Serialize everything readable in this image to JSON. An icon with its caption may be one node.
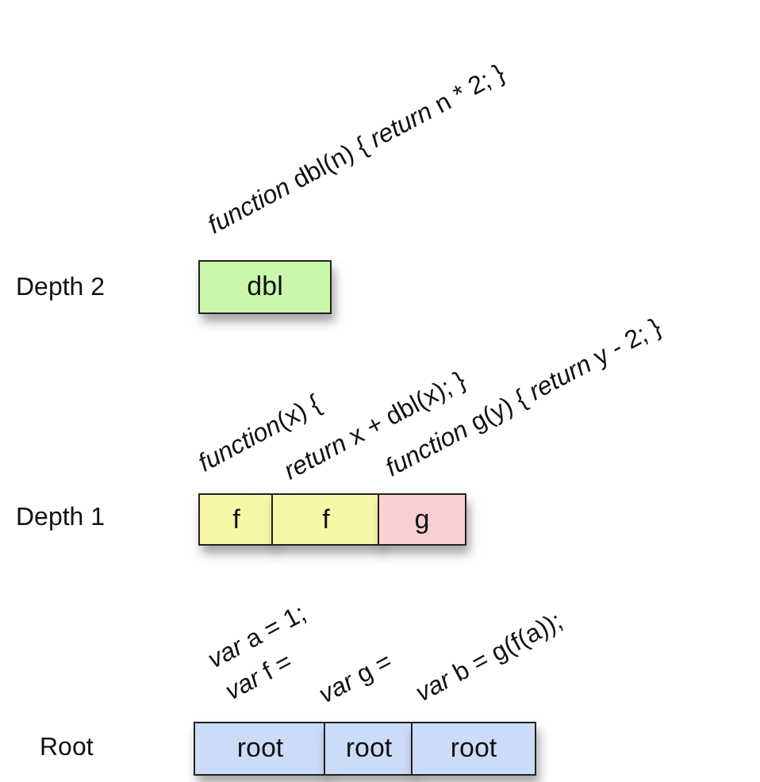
{
  "diagram": {
    "nodes": [
      {
        "text": [
          "dbl"
        ]
      },
      {
        "text": [
          "f"
        ]
      },
      {
        "text": [
          "f"
        ]
      },
      {
        "text": [
          "g"
        ]
      },
      {
        "text": [
          "root"
        ]
      },
      {
        "text": [
          "root"
        ]
      },
      {
        "text": [
          "root"
        ]
      }
    ],
    "labels": [
      "*function* dbl(n) { *return* n * 2; }",
      "Depth 2",
      "*function*(x) {",
      "*return* x + dbl(x); }",
      "*function* g(y) { *return* y - 2; }",
      "Depth 1",
      "*var* a = 1;",
      "*var* f =",
      "*var* g =",
      "*var* b = g(f(a));",
      "Root"
    ]
  }
}
